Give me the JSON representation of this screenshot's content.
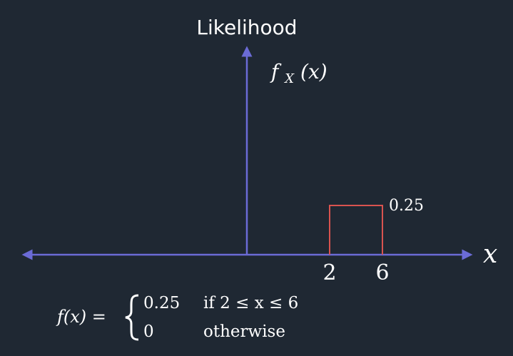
{
  "colors": {
    "background": "#1f2833",
    "axis": "#6b6bd6",
    "rectangle": "#d9534f",
    "text": "#ffffff"
  },
  "labels": {
    "y_axis_title": "Likelihood",
    "pdf_symbol_f": "f",
    "pdf_symbol_sub": "X",
    "pdf_symbol_arg": "(x)",
    "x_axis_label": "x",
    "height_label": "0.25",
    "tick_lower": "2",
    "tick_upper": "6"
  },
  "formula": {
    "lhs": "f(x) =",
    "case1_value": "0.25",
    "case1_condition": "if 2 ≤ x ≤ 6",
    "case2_value": "0",
    "case2_condition": "otherwise"
  },
  "distribution": {
    "type": "uniform",
    "lower": 2,
    "upper": 6,
    "density": 0.25
  }
}
